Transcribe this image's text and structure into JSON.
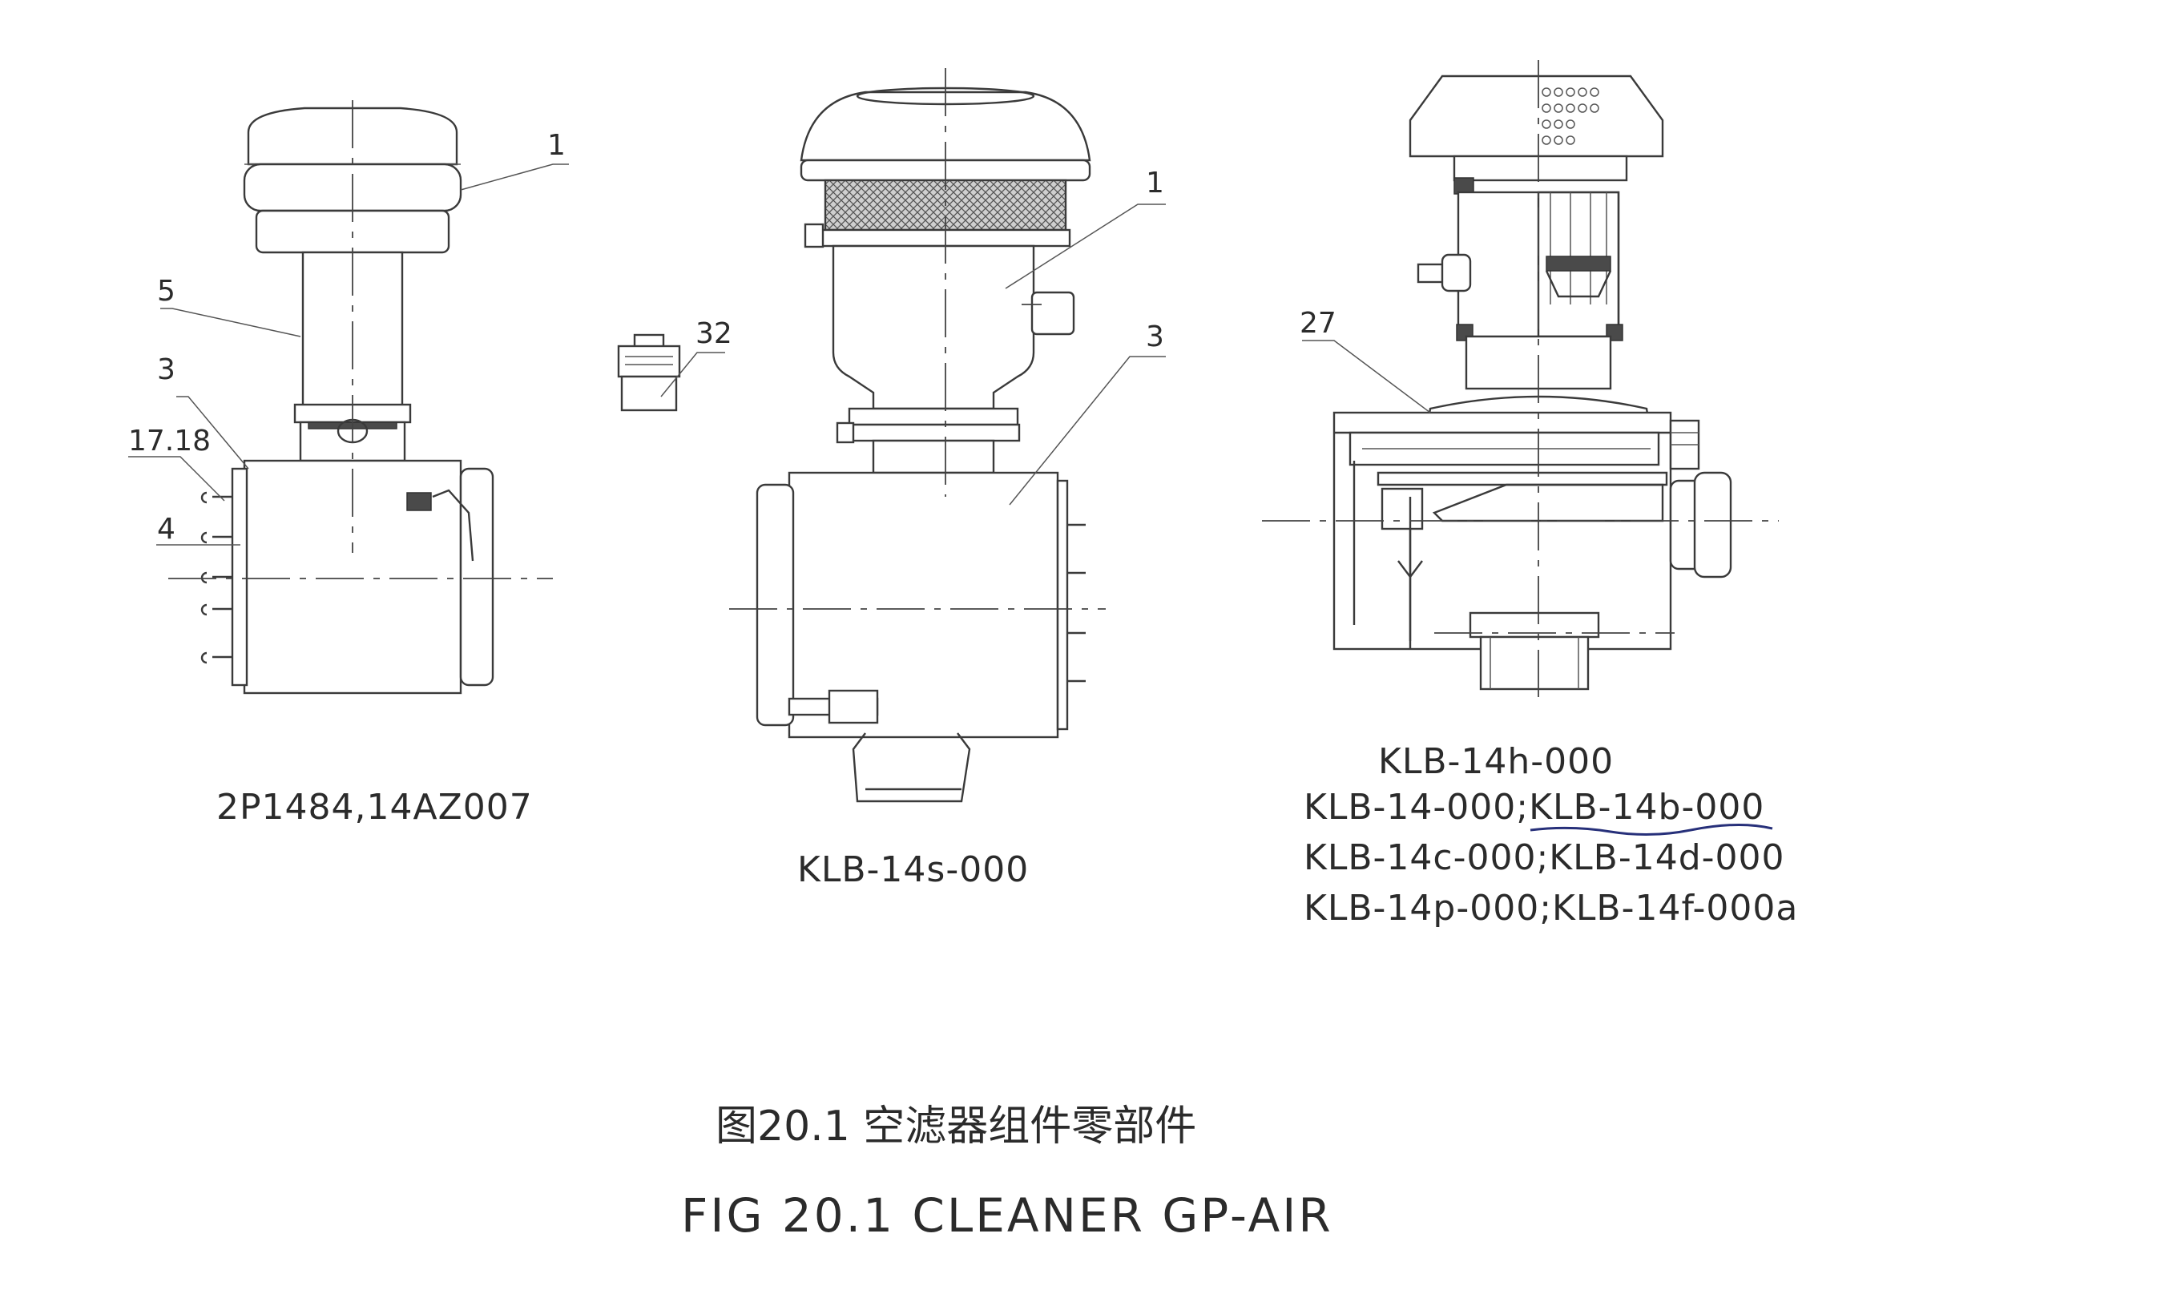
{
  "figure": {
    "caption_cn": "图20.1 空滤器组件零部件",
    "caption_en": "FIG 20.1 CLEANER GP-AIR"
  },
  "assembly_left": {
    "model_label": "2P1484,14AZ007",
    "callouts": [
      "1",
      "5",
      "3",
      "17.18",
      "4"
    ]
  },
  "small_part": {
    "callouts": [
      "32"
    ]
  },
  "assembly_middle": {
    "model_label": "KLB-14s-000",
    "callouts": [
      "1",
      "3"
    ]
  },
  "assembly_right": {
    "callouts": [
      "27"
    ],
    "model_lines": [
      "KLB-14h-000",
      "KLB-14-000;KLB-14b-000",
      "KLB-14c-000;KLB-14d-000",
      "KLB-14p-000;KLB-14f-000a"
    ],
    "handwritten_underline_under": "KLB-14b-000",
    "underline_color": "#27307a"
  }
}
